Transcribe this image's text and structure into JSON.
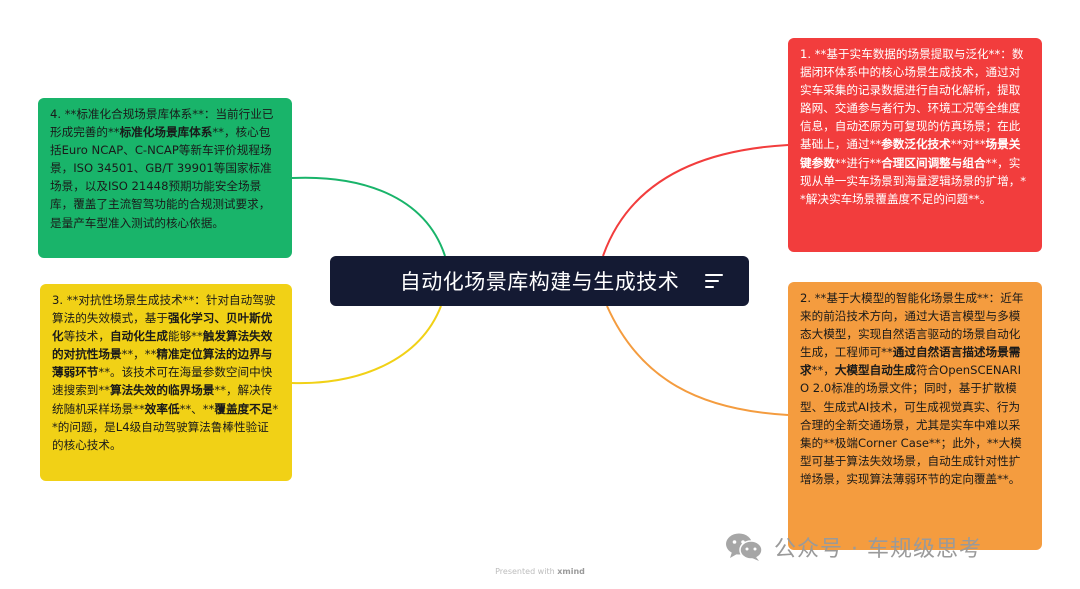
{
  "center_title": "自动化场景库构建与生成技术",
  "colors": {
    "center": "#141a33",
    "topic1": "#f23d3d",
    "topic2": "#f49c3f",
    "topic3": "#f1d116",
    "topic4": "#19b46a"
  },
  "topics": [
    {
      "runs": [
        {
          "t": "1. **基于实车数据的场景提取与泛化**：数据闭环体系中的核心场景生成技术，通过对实车采集的记录数据进行自动化解析，提取路网、交通参与者行为、环境工况等全维度信息，自动还原为可复现的仿真场景；在此基础上，通过**",
          "b": false
        },
        {
          "t": "参数泛化技术",
          "b": true
        },
        {
          "t": "**对**",
          "b": false
        },
        {
          "t": "场景关键参数",
          "b": true
        },
        {
          "t": "**进行**",
          "b": false
        },
        {
          "t": "合理区间调整与组合",
          "b": true
        },
        {
          "t": "**，实现从单一实车场景到海量逻辑场景的扩增，**解决实车场景覆盖度不足的问题**。",
          "b": false
        }
      ]
    },
    {
      "runs": [
        {
          "t": "2. **基于大模型的智能化场景生成**：近年来的前沿技术方向，通过大语言模型与多模态大模型，实现自然语言驱动的场景自动化生成，工程师可**",
          "b": false
        },
        {
          "t": "通过自然语言描述场景需求",
          "b": true
        },
        {
          "t": "**，",
          "b": false
        },
        {
          "t": "大模型自动生成",
          "b": true
        },
        {
          "t": "符合OpenSCENARIO 2.0标准的场景文件；同时，基于扩散模型、生成式AI技术，可生成视觉真实、行为合理的全新交通场景，尤其是实车中难以采集的**极端Corner Case**；此外，**大模型可基于算法失效场景，自动生成针对性扩增场景，实现算法薄弱环节的定向覆盖**。",
          "b": false
        }
      ]
    },
    {
      "runs": [
        {
          "t": "3. **对抗性场景生成技术**：针对自动驾驶算法的失效模式，基于",
          "b": false
        },
        {
          "t": "强化学习、贝叶斯优化",
          "b": true
        },
        {
          "t": "等技术，",
          "b": false
        },
        {
          "t": "自动化生成",
          "b": true
        },
        {
          "t": "能够**",
          "b": false
        },
        {
          "t": "触发算法失效的对抗性场景",
          "b": true
        },
        {
          "t": "**，**",
          "b": false
        },
        {
          "t": "精准定位算法的边界与薄弱环节",
          "b": true
        },
        {
          "t": "**。该技术可在海量参数空间中快速搜索到**",
          "b": false
        },
        {
          "t": "算法失效的临界场景",
          "b": true
        },
        {
          "t": "**，解决传统随机采样场景**",
          "b": false
        },
        {
          "t": "效率低",
          "b": true
        },
        {
          "t": "**、**",
          "b": false
        },
        {
          "t": "覆盖度不足",
          "b": true
        },
        {
          "t": "**的问题，是L4级自动驾驶算法鲁棒性验证的核心技术。",
          "b": false
        }
      ]
    },
    {
      "runs": [
        {
          "t": "4. **标准化合规场景库体系**：当前行业已形成完善的**",
          "b": false
        },
        {
          "t": "标准化场景库体系",
          "b": true
        },
        {
          "t": "**，核心包括Euro NCAP、C-NCAP等新车评价规程场景，ISO 34501、GB/T 39901等国家标准场景，以及ISO 21448预期功能安全场景库，覆盖了主流智驾功能的合规测试要求，是量产车型准入测试的核心依据。",
          "b": false
        }
      ]
    }
  ],
  "watermark": "公众号 · 车规级思考",
  "footer": {
    "prefix": "Presented with",
    "brand": "xmind"
  }
}
